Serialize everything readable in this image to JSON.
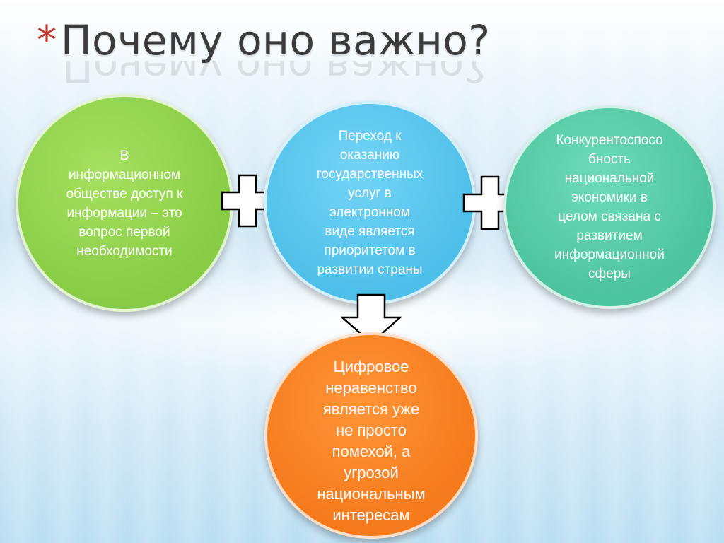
{
  "title": {
    "bullet": "*",
    "text": "Почему оно важно?"
  },
  "circles": {
    "left": "В\nинформационном\nобществе доступ к\nинформации – это\nвопрос первой\nнеобходимости",
    "center": "Переход к\nоказанию\nгосударственных\nуслуг в\nэлектронном\nвиде является\nприоритетом в\nразвитии страны",
    "right": "Конкурентоспосо\nбность\nнациональной\nэкономики в\nцелом связана с\nразвитием\nинформационной\nсферы",
    "bottom": "Цифровое\nнеравенство\nявляется уже\nне просто\nпомехой, а\nугрозой\nнациональным\nинтересам"
  },
  "colors": {
    "green": "#92d14f",
    "blue": "#5bc8ee",
    "teal": "#59cfa8",
    "orange": "#fb8324",
    "title": "#3b3b3b",
    "bullet": "#c0392b"
  },
  "icons": [
    "plus-icon",
    "plus-icon",
    "down-arrow-icon"
  ]
}
